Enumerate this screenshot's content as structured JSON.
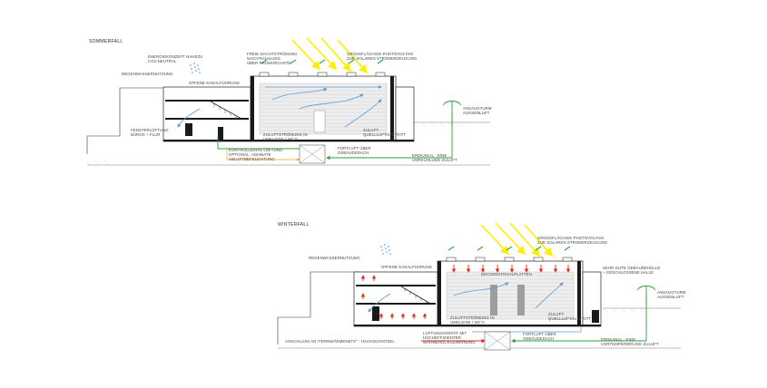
{
  "summer": {
    "title": "SOMMERFALL",
    "labels": {
      "energy_concept": [
        "ENERGIEKONZEPT NAHEZU",
        "CO2-NEUTRAL"
      ],
      "rainwater": "REGENWASSERNUTZUNG",
      "open_channel": "OFFENE KANALFÜHRUNG",
      "free_night": [
        "FREIE NACHTSTRÖMUNG",
        "NACHTKÜHLUNG",
        "ÜBER RAUMHÖCHSTE"
      ],
      "pv": [
        "GROSSFLÄCHIGE PHOTOVOLTAIK",
        "ZUR SOLAREN STROMERZEUGUNG"
      ],
      "window_vent": [
        "FENSTERLÜFTUNG",
        "BÜROS + FLUR"
      ],
      "exhaust": [
        "ZULUFTSTRÖMUNG IN",
        "UMKLEIDE / WC'S"
      ],
      "supply": [
        "ZULUFT-",
        "QUELLLUFTAUSTRITT"
      ],
      "controlled": [
        "KONTROLLIERTE LÜFTUNG",
        "OPTIONAL: ADIABATE",
        "ABLUFTBEFEUCHTUNG"
      ],
      "exhaust_roof": [
        "FORTLUFT ÜBER",
        "GEBÄUDEDACH"
      ],
      "earth_channel": [
        "ERDKANAL - EINE",
        "VORKÜHLUNG ZULUFT"
      ],
      "intake_tower": [
        "ANSAUGTURM",
        "AUSSENLUFT"
      ]
    }
  },
  "winter": {
    "title": "WINTERFALL",
    "labels": {
      "rainwater": "REGENWASSERNUTZUNG",
      "open_channel": "OFFENE KANALFÜHRUNG",
      "pv": [
        "GROSSFLÄCHIGE PHOTOVOLTAIK",
        "ZUR SOLAREN STROMERZEUGUNG"
      ],
      "ceiling_radiant": "DECKENSTRAHLPLATTEN",
      "envelope": [
        "SEHR GUTE GEBÄUDEHÜLLE",
        "+ GESCHLOSSENE HALLE"
      ],
      "exhaust": [
        "ZULUFTSTRÖMUNG IN",
        "UMKLEIDE / WC'S"
      ],
      "supply": [
        "ZULUFT-",
        "QUELLLUFTAUSTRITT"
      ],
      "heat_recovery": [
        "LÜFTUNGSGERÄT MIT",
        "HOCHEFFIZIENTER",
        "WÄRMERÜCKGEWINNUNG"
      ],
      "district_heat": "ANSCHLUSS AN \"FERNWÄRMENETZ\" - HACKSCHNITZEL",
      "exhaust_roof": [
        "FORTLUFT ÜBER",
        "GEBÄUDEDACH"
      ],
      "earth_channel": [
        "ERDKANAL - EINE",
        "VORTEMPERIERUNG ZULUFT"
      ],
      "intake_tower": [
        "ANSAUGTURM",
        "AUSSENLUFT"
      ]
    }
  },
  "colors": {
    "sun": "#ffee00",
    "air_cool": "#5b9bd5",
    "air_flow": "#2a5fa8",
    "supply_green": "#2e9e3c",
    "heat_red": "#e32b1c",
    "controlled_orange": "#f5a623",
    "pv_green": "#3aa648",
    "rain": "#4a8fe0"
  }
}
